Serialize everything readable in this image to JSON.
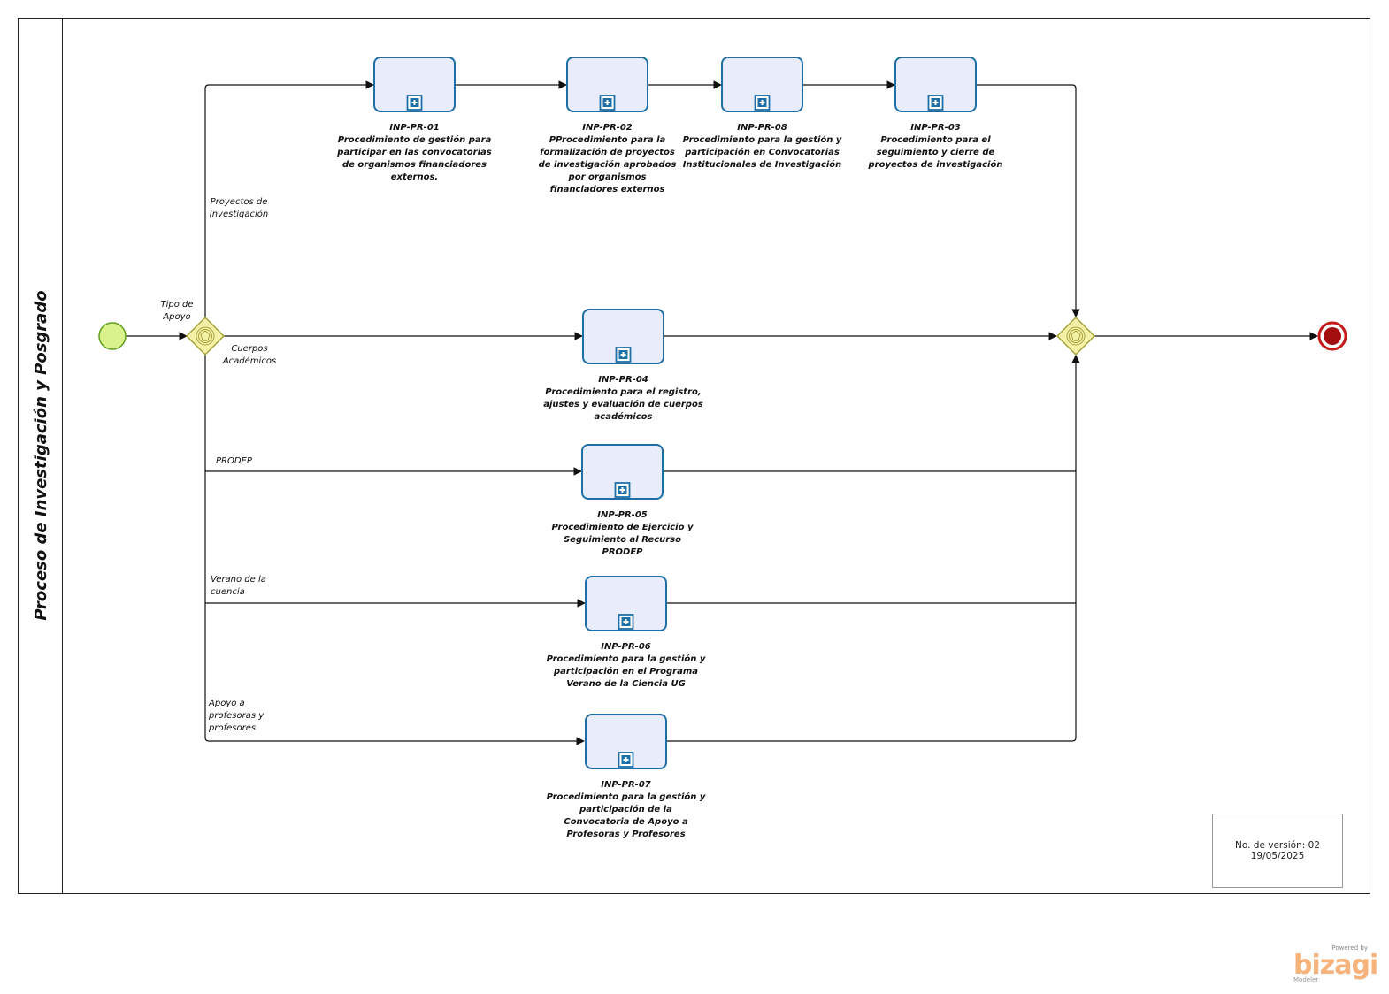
{
  "pool": {
    "title": "Proceso de Investigación y Posgrado"
  },
  "gateway_split": {
    "label": [
      "Tipo de",
      "Apoyo"
    ]
  },
  "flows": {
    "proyectos": [
      "Proyectos de",
      "Investigación"
    ],
    "cuerpos": [
      "Cuerpos",
      "Académicos"
    ],
    "prodep": [
      "PRODEP"
    ],
    "verano": [
      "Verano de la",
      "cuencia"
    ],
    "apoyo": [
      "Apoyo a",
      "profesoras y",
      "profesores"
    ]
  },
  "tasks": {
    "pr01": [
      "INP-PR-01",
      "Procedimiento de gestión para",
      "participar en las convocatorias",
      "de organismos financiadores",
      "externos."
    ],
    "pr02": [
      "INP-PR-02",
      "PProcedimiento para la",
      "formalización de proyectos",
      "de investigación aprobados",
      "por organismos",
      "financiadores externos"
    ],
    "pr08": [
      "INP-PR-08",
      "Procedimiento para la gestión y",
      "participación en Convocatorias",
      "Institucionales de Investigación"
    ],
    "pr03": [
      "INP-PR-03",
      "Procedimiento para el",
      "seguimiento y cierre de",
      "proyectos de investigación"
    ],
    "pr04": [
      "INP-PR-04",
      "Procedimiento para el registro,",
      "ajustes y evaluación de cuerpos",
      "académicos"
    ],
    "pr05": [
      "INP-PR-05",
      "Procedimiento de Ejercicio y",
      "Seguimiento al Recurso",
      "PRODEP"
    ],
    "pr06": [
      "INP-PR-06",
      "Procedimiento para la gestión y",
      "participación en el Programa",
      "Verano de la Ciencia UG"
    ],
    "pr07": [
      "INP-PR-07",
      "Procedimiento para la gestión y",
      "participación de la",
      "Convocatoria de Apoyo a",
      "Profesoras y Profesores"
    ]
  },
  "version_box": {
    "line1": "No. de versión: 02",
    "line2": "19/05/2025"
  },
  "brand": {
    "powered": "Powered by",
    "name": "bizagi",
    "product": "Modeler"
  },
  "colors": {
    "task_fill": "#e8ecfb",
    "task_stroke": "#1d6fa5",
    "start_fill": "#d9f28b",
    "start_stroke": "#5f9e1e",
    "end_fill": "#a30f0f",
    "end_stroke": "#c41a1a",
    "gateway_fill": "#f3f0a8",
    "gateway_stroke": "#a8a23a"
  }
}
